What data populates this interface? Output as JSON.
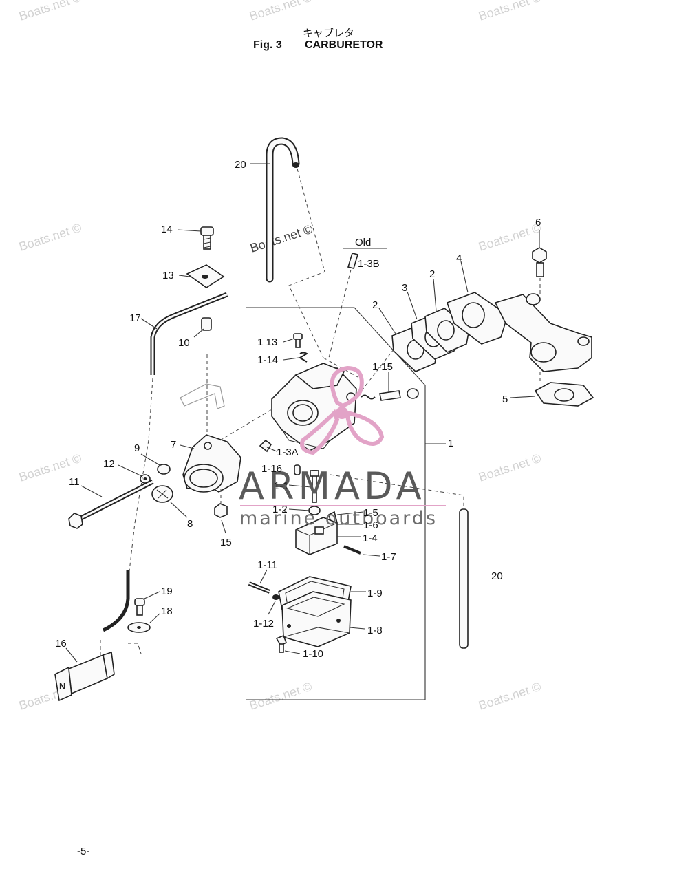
{
  "header": {
    "title_jp": "キャブレタ",
    "fig_label": "Fig. 3",
    "title": "CARBURETOR"
  },
  "footer": {
    "page_number": "-5-"
  },
  "watermarks": {
    "site": "Boats.net ©",
    "brand_name": "ARMADA",
    "brand_tagline": "marine outboards",
    "brand_color": "#e2a3c7"
  },
  "callouts": {
    "c20a": "20",
    "c20b": "20",
    "c14": "14",
    "c13": "13",
    "c17": "17",
    "c10": "10",
    "c_old": "Old",
    "c1_3b": "1-3B",
    "c1_13": "1 13",
    "c1_14": "1-14",
    "c1_15": "1-15",
    "c1_3a": "1-3A",
    "c1_16": "1-16",
    "c1_1": "1-1",
    "c1_2": "1-2",
    "c1_5": "1-5",
    "c1_6": "1-6",
    "c1_4": "1-4",
    "c1_7": "1-7",
    "c1_11": "1-11",
    "c1_9": "1-9",
    "c1_12": "1-12",
    "c1_8": "1-8",
    "c1_10": "1-10",
    "c1": "1",
    "c2a": "2",
    "c2b": "2",
    "c3": "3",
    "c4": "4",
    "c5": "5",
    "c6": "6",
    "c7": "7",
    "c8": "8",
    "c9": "9",
    "c11": "11",
    "c12": "12",
    "c15": "15",
    "c16": "16",
    "c18": "18",
    "c19": "19"
  }
}
